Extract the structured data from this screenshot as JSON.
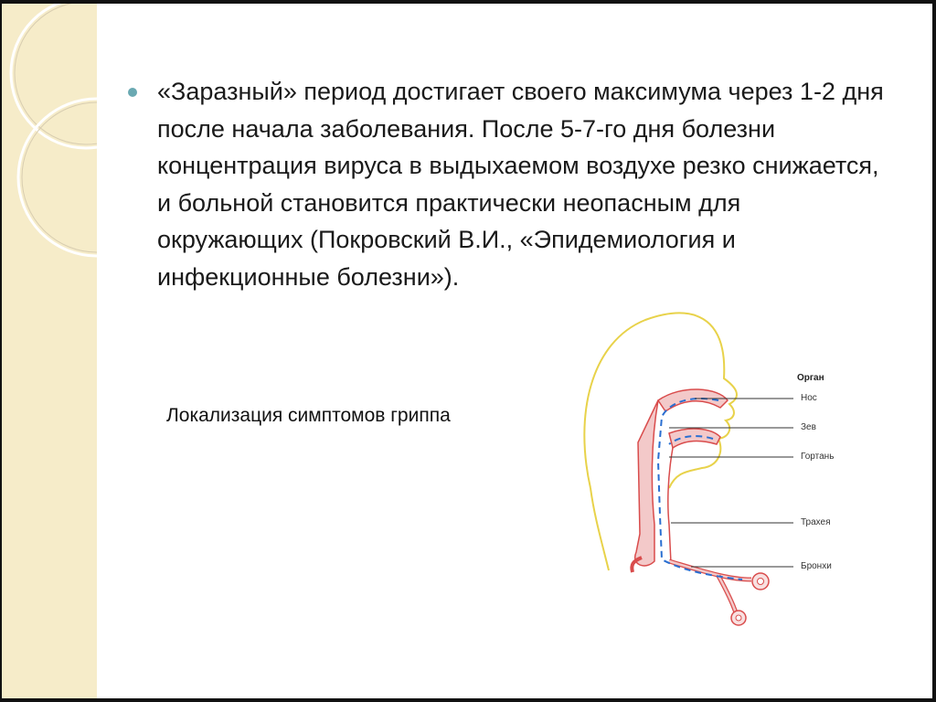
{
  "slide": {
    "bullet_text": "«Заразный» период достигает своего максимума через 1-2 дня после начала заболевания. После 5-7-го дня болезни концентрация вируса в выдыхаемом воздухе резко снижается, и больной становится практически неопасным для окружающих (Покровский В.И., «Эпидемиология и инфекционные болезни»).",
    "caption": "Локализация симптомов гриппа"
  },
  "diagram": {
    "header": "Орган",
    "labels": [
      "Нос",
      "Зев",
      "Гортань",
      "Трахея",
      "Бронхи"
    ]
  },
  "colors": {
    "sidebar": "#f6ecc9",
    "bullet": "#6aa9b2",
    "head_outline": "#e8d24a",
    "airway": "#d94c4c",
    "flow": "#2a6fd1"
  }
}
